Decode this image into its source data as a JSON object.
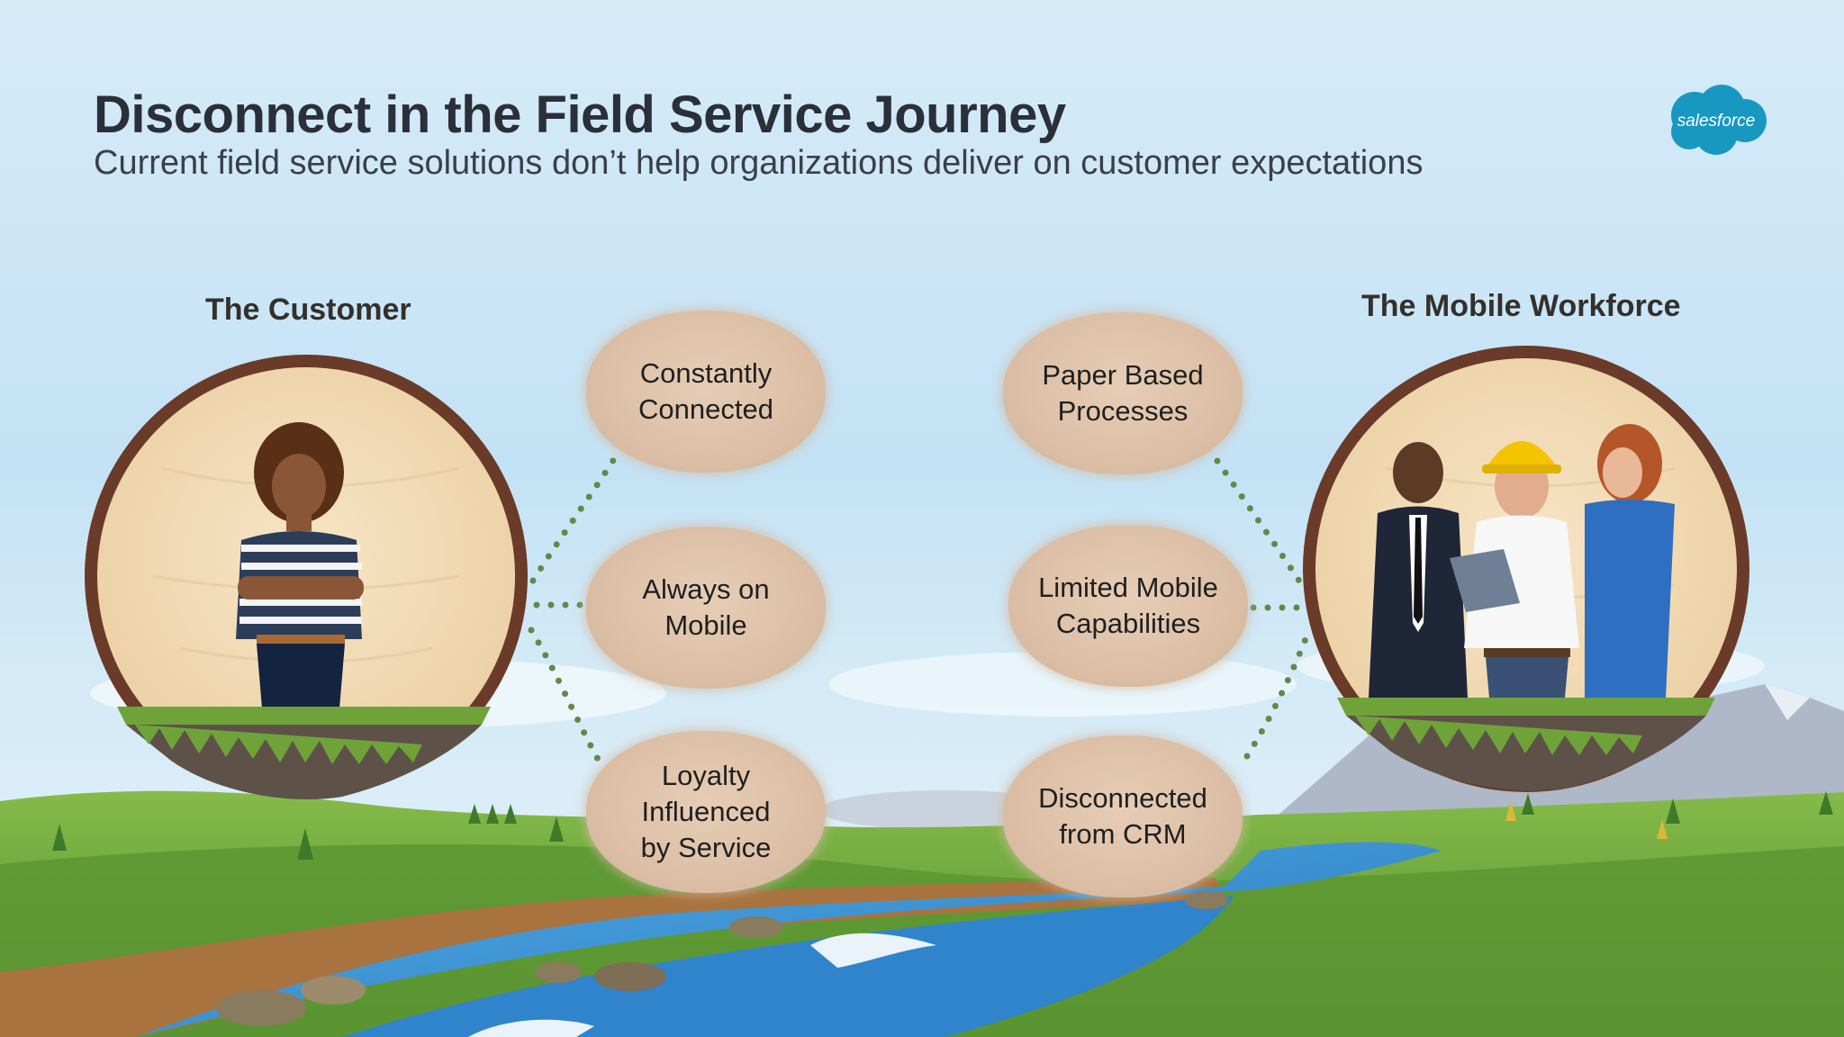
{
  "header": {
    "title": "Disconnect in the Field Service Journey",
    "subtitle": "Current field service solutions don’t help organizations deliver on customer expectations"
  },
  "logo": {
    "text": "salesforce",
    "color": "#1798c1"
  },
  "left_panel": {
    "label": "The Customer"
  },
  "right_panel": {
    "label": "The Mobile Workforce"
  },
  "customer_bubbles": [
    {
      "lines": [
        "Constantly",
        "Connected"
      ]
    },
    {
      "lines": [
        "Always on",
        "Mobile"
      ]
    },
    {
      "lines": [
        "Loyalty",
        "Influenced",
        "by Service"
      ]
    }
  ],
  "workforce_bubbles": [
    {
      "lines": [
        "Paper Based",
        "Processes"
      ]
    },
    {
      "lines": [
        "Limited Mobile",
        "Capabilities"
      ]
    },
    {
      "lines": [
        "Disconnected",
        "from CRM"
      ]
    }
  ],
  "colors": {
    "frame": "#6a3b28",
    "wood": "#f2dcba",
    "grass": "#6fa33a",
    "river": "#2f8ad0",
    "dots": "#5f8a4a"
  }
}
